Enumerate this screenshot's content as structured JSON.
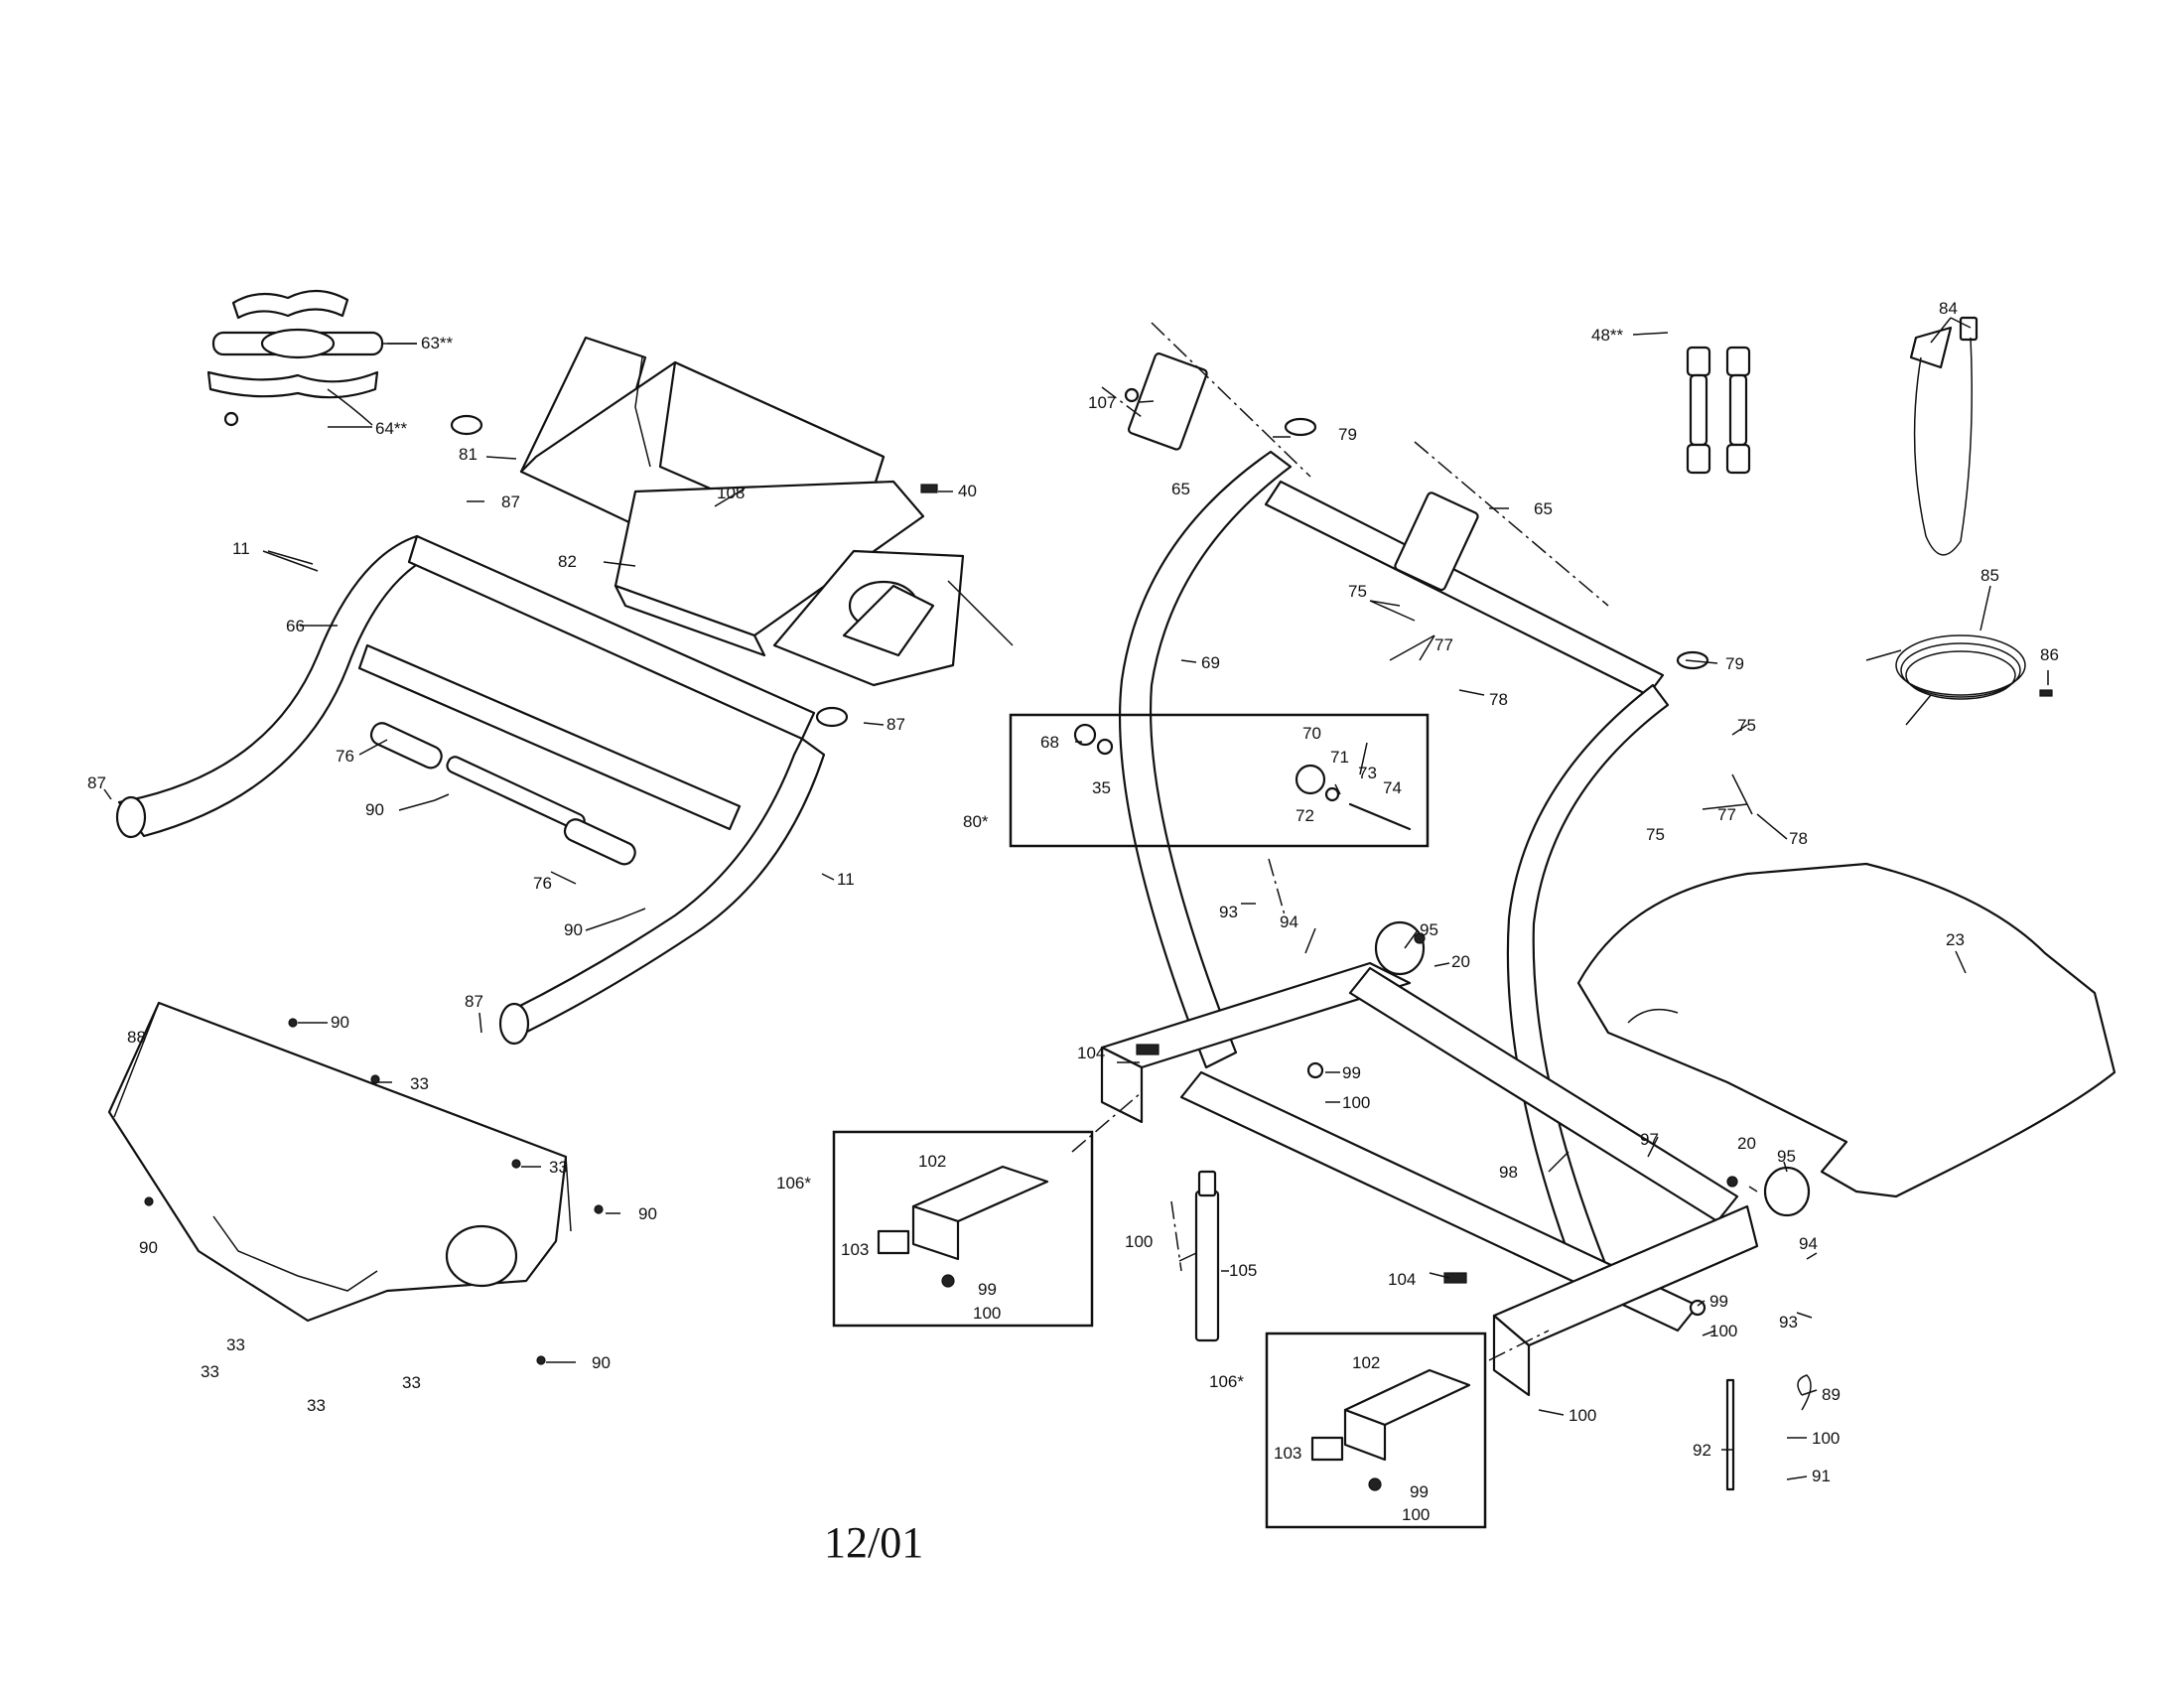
{
  "date": "12/01",
  "callouts": {
    "c63": "63**",
    "c64": "64**",
    "c81": "81",
    "c108": "108",
    "c40": "40",
    "c82": "82",
    "c87a": "87",
    "c11a": "11",
    "c66": "66",
    "c87b": "87",
    "c87c": "87",
    "c87d": "87",
    "c76a": "76",
    "c90a": "90",
    "c76b": "76",
    "c90b": "90",
    "c11b": "11",
    "c88": "88",
    "c90c": "90",
    "c33a": "33",
    "c33b": "33",
    "c90d": "90",
    "c90e": "90",
    "c90f": "90",
    "c33c": "33",
    "c33d": "33",
    "c33e": "33",
    "c33f": "33",
    "c107": "107",
    "c65a": "65",
    "c79a": "79",
    "c65b": "65",
    "c69": "69",
    "c75a": "75",
    "c77a": "77",
    "c78a": "78",
    "c79b": "79",
    "c68": "68",
    "c35": "35",
    "c70": "70",
    "c71": "71",
    "c73": "73",
    "c72": "72",
    "c74": "74",
    "c80": "80*",
    "c75b": "75",
    "c77b": "77",
    "c75c": "75",
    "c78b": "78",
    "c93a": "93",
    "c94a": "94",
    "c95a": "95",
    "c20a": "20",
    "c104a": "104",
    "c99a": "99",
    "c100a": "100",
    "c106a": "106*",
    "c102a": "102",
    "c103a": "103",
    "c99b": "99",
    "c100b": "100",
    "c100c": "100",
    "c105": "105",
    "c98": "98",
    "c97": "97",
    "c20b": "20",
    "c95b": "95",
    "c94b": "94",
    "c93b": "93",
    "c104b": "104",
    "c99c": "99",
    "c100d": "100",
    "c100e": "100",
    "c106b": "106*",
    "c102b": "102",
    "c103b": "103",
    "c99d": "99",
    "c100f": "100",
    "c89": "89",
    "c92": "92",
    "c100g": "100",
    "c91": "91",
    "c84": "84",
    "c48": "48**",
    "c85": "85",
    "c86": "86",
    "c23": "23"
  },
  "icons": {
    "chest-strap": "chest-strap-icon",
    "dumbbells": "dumbbell-icon",
    "cable": "cable-icon"
  }
}
